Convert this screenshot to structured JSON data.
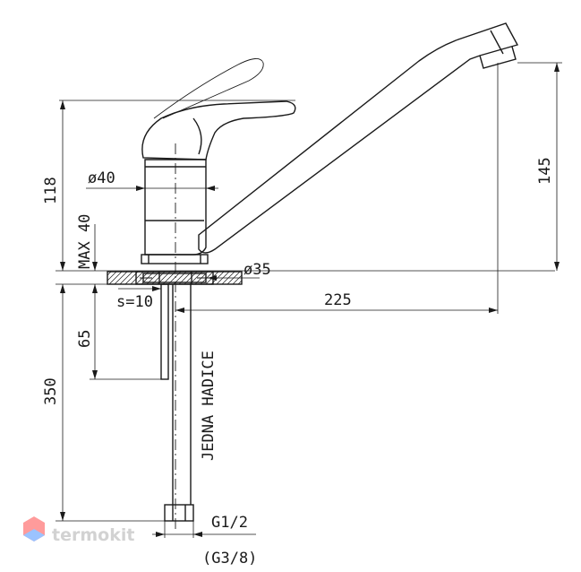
{
  "dimensions": {
    "height_total": "118",
    "diameter_body": "ø40",
    "max_thickness": "MAX 40",
    "diameter_hole": "ø35",
    "spout_height": "145",
    "spout_reach": "225",
    "washer": "s=10",
    "pin_length": "65",
    "hose_length": "350",
    "thread_main": "G1/2",
    "thread_alt": "(G3/8)"
  },
  "labels": {
    "hose_note": "JEDNA HADICE"
  },
  "watermark": {
    "brand": "termokit",
    "logo_colors": [
      "#ff7a7a",
      "#7ab0ff",
      "#ffb36b"
    ]
  }
}
